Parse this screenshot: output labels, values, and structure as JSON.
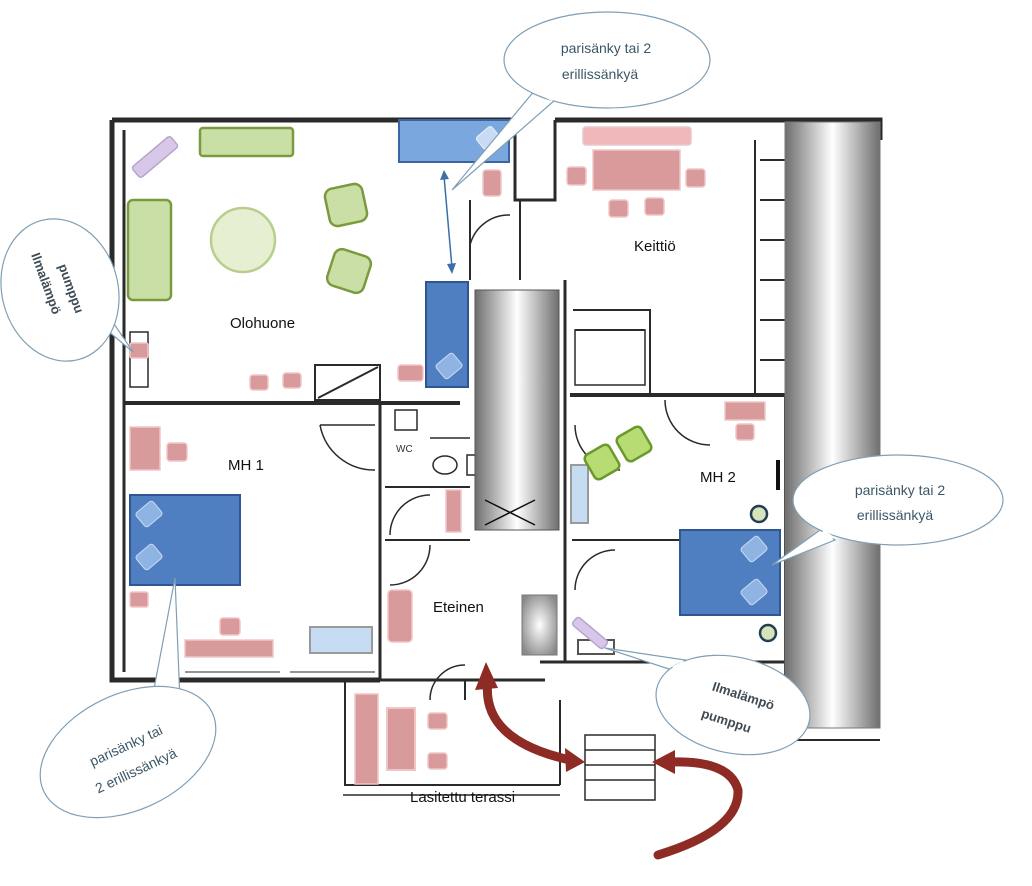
{
  "rooms": {
    "living": "Olohuone",
    "kitchen": "Keittiö",
    "bedroom1": "MH 1",
    "bedroom2": "MH 2",
    "hall": "Eteinen",
    "wc": "WC",
    "terrace": "Lasitettu terassi"
  },
  "bubbles": {
    "top_bed": [
      "parisänky tai 2",
      "erillissänkyä"
    ],
    "right_bed": [
      "parisänky tai 2",
      "erillissänkyä"
    ],
    "left_bed": [
      "parisänky tai",
      "2 erillissänkyä"
    ],
    "heat_pump_left": [
      "Ilmalämpö",
      "pumppu"
    ],
    "heat_pump_right": [
      "Ilmalämpö",
      "pumppu"
    ]
  },
  "colors": {
    "bed": "#4f7ec1",
    "bed_light": "#8fb4e3",
    "sofa_green": "#c9dfa6",
    "sofa_green_stroke": "#7a9b3d",
    "furniture_pink": "#d99a9c",
    "arrow_red": "#8e2b24",
    "heat_pump": "#d9c7ea"
  }
}
